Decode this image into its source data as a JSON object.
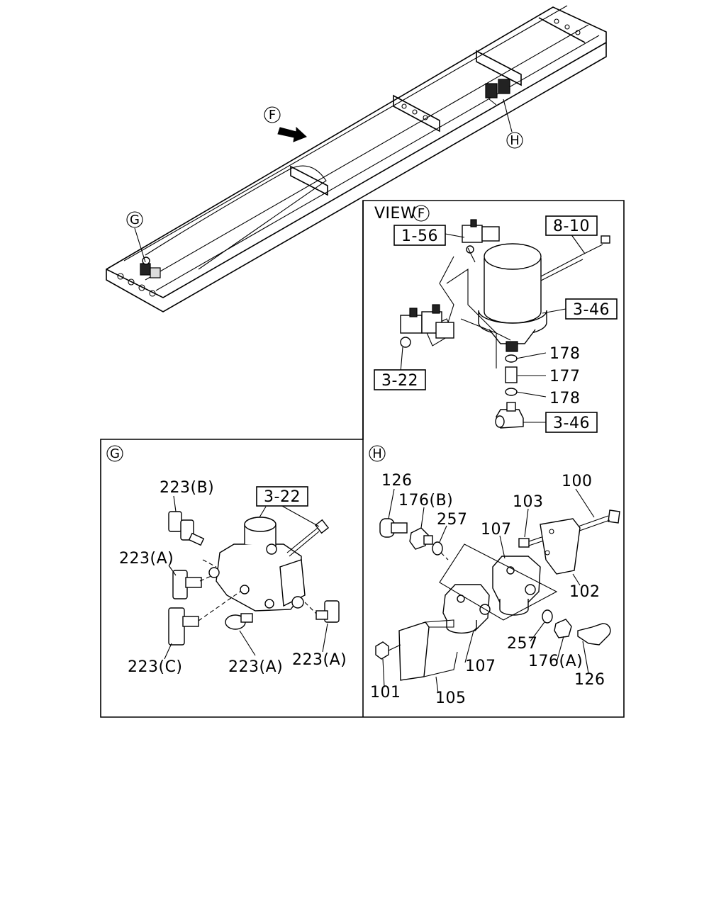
{
  "views": {
    "F": {
      "marker": "F",
      "title": "VIEW"
    },
    "G": {
      "marker": "G"
    },
    "H": {
      "marker": "H"
    }
  },
  "frame_markers": [
    "F",
    "G",
    "H"
  ],
  "view_f_callouts": {
    "ref_1_56": "1-56",
    "ref_8_10": "8-10",
    "ref_3_46_top": "3-46",
    "ref_3_22": "3-22",
    "ref_3_46_bottom": "3-46",
    "p178_top": "178",
    "p177": "177",
    "p178_bottom": "178"
  },
  "view_g_callouts": {
    "ref_3_22": "3-22",
    "p223b": "223(B)",
    "p223a_left": "223(A)",
    "p223c": "223(C)",
    "p223a_mid": "223(A)",
    "p223a_right": "223(A)"
  },
  "view_h_callouts": {
    "p126_top": "126",
    "p176b": "176(B)",
    "p257_top": "257",
    "p107_top": "107",
    "p103": "103",
    "p100": "100",
    "p102": "102",
    "p257_bottom": "257",
    "p176a": "176(A)",
    "p126_bottom": "126",
    "p107_bottom": "107",
    "p101": "101",
    "p105": "105"
  }
}
